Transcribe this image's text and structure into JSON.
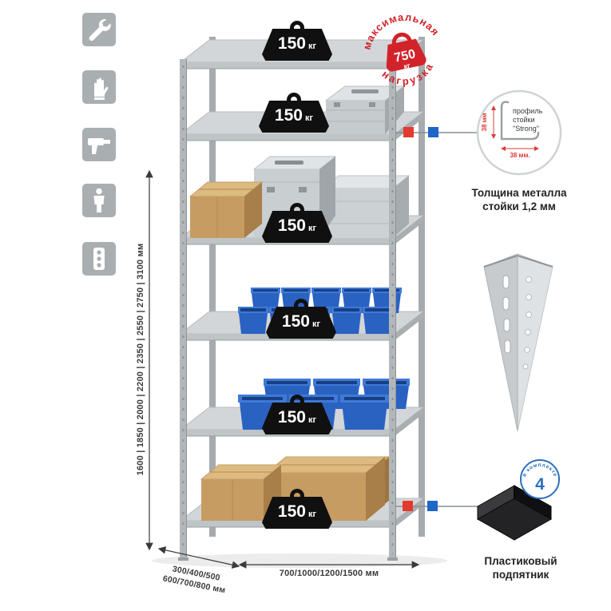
{
  "colors": {
    "accent_red": "#d2232a",
    "accent_blue": "#1e66c8",
    "metal_gray": "#c3c7c9",
    "icon_bg": "#a9aeb1",
    "badge_black": "#101010",
    "bin_blue": "#2a62c2",
    "cardboard": "#c79c62"
  },
  "left_icons": [
    {
      "name": "wrench"
    },
    {
      "name": "gloves"
    },
    {
      "name": "drill"
    },
    {
      "name": "person"
    },
    {
      "name": "power-strip"
    }
  ],
  "rack": {
    "shelf_count": 6,
    "shelf_load_value": "150",
    "shelf_load_unit": "кг"
  },
  "stamp": {
    "arc_top": "максимальная",
    "arc_bottom": "нагрузка",
    "value": "750",
    "unit": "кг"
  },
  "dimensions": {
    "height": "1600 | 1850 | 2000 | 2200 | 2350 | 2550 | 2750 | 3100 мм",
    "depth_line1": "300/400/500",
    "depth_line2": "600/700/800 мм",
    "width": "700/1000/1200/1500 мм"
  },
  "profile_callout": {
    "label_line1": "профиль",
    "label_line2": "стойки",
    "label_line3": "\"Strong\"",
    "dim_vertical": "38 мм",
    "dim_horizontal": "38 мм.",
    "caption_line1": "Толщина металла",
    "caption_line2": "стойки 1,2 мм"
  },
  "foot_callout": {
    "badge_value": "4",
    "badge_text": "в комплекте",
    "caption_line1": "Пластиковый",
    "caption_line2": "подпятник"
  }
}
